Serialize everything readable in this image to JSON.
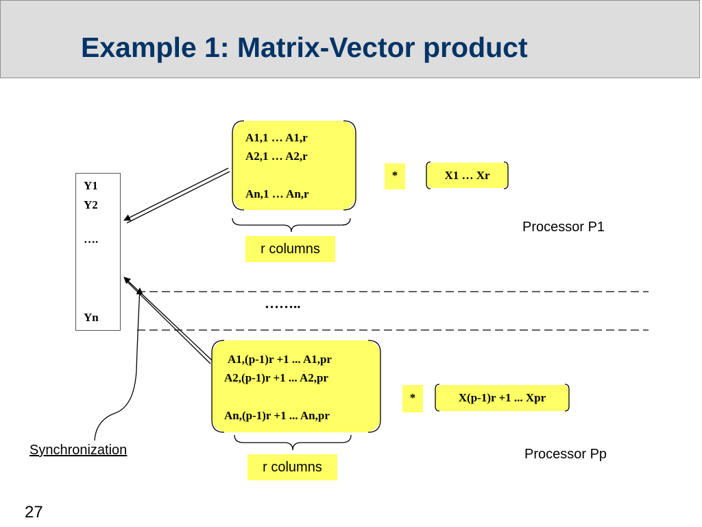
{
  "title": "Example 1: Matrix-Vector product",
  "vector_y": {
    "y1": "Y1",
    "y2": "Y2",
    "dots": "….",
    "yn": "Yn"
  },
  "proc1": {
    "row1": "A1,1 … A1,r",
    "row2": "A2,1 … A2,r",
    "row3": "An,1 … An,r",
    "star": "*",
    "x": "X1 … Xr",
    "label": "Processor P1",
    "rcols": "r columns"
  },
  "separator_dots": "……..",
  "procp": {
    "row1": "A1,(p-1)r +1 ... A1,pr",
    "row2": "A2,(p-1)r +1 ... A2,pr",
    "row3": "An,(p-1)r +1 ... An,pr",
    "star": "*",
    "x": "X(p-1)r +1 ... Xpr",
    "label": "Processor Pp",
    "rcols": "r columns"
  },
  "sync_label": "Synchronization",
  "page_number": "27",
  "colors": {
    "title": "#003366",
    "highlight": "#ffff66",
    "title_bar": "#dddddd"
  }
}
